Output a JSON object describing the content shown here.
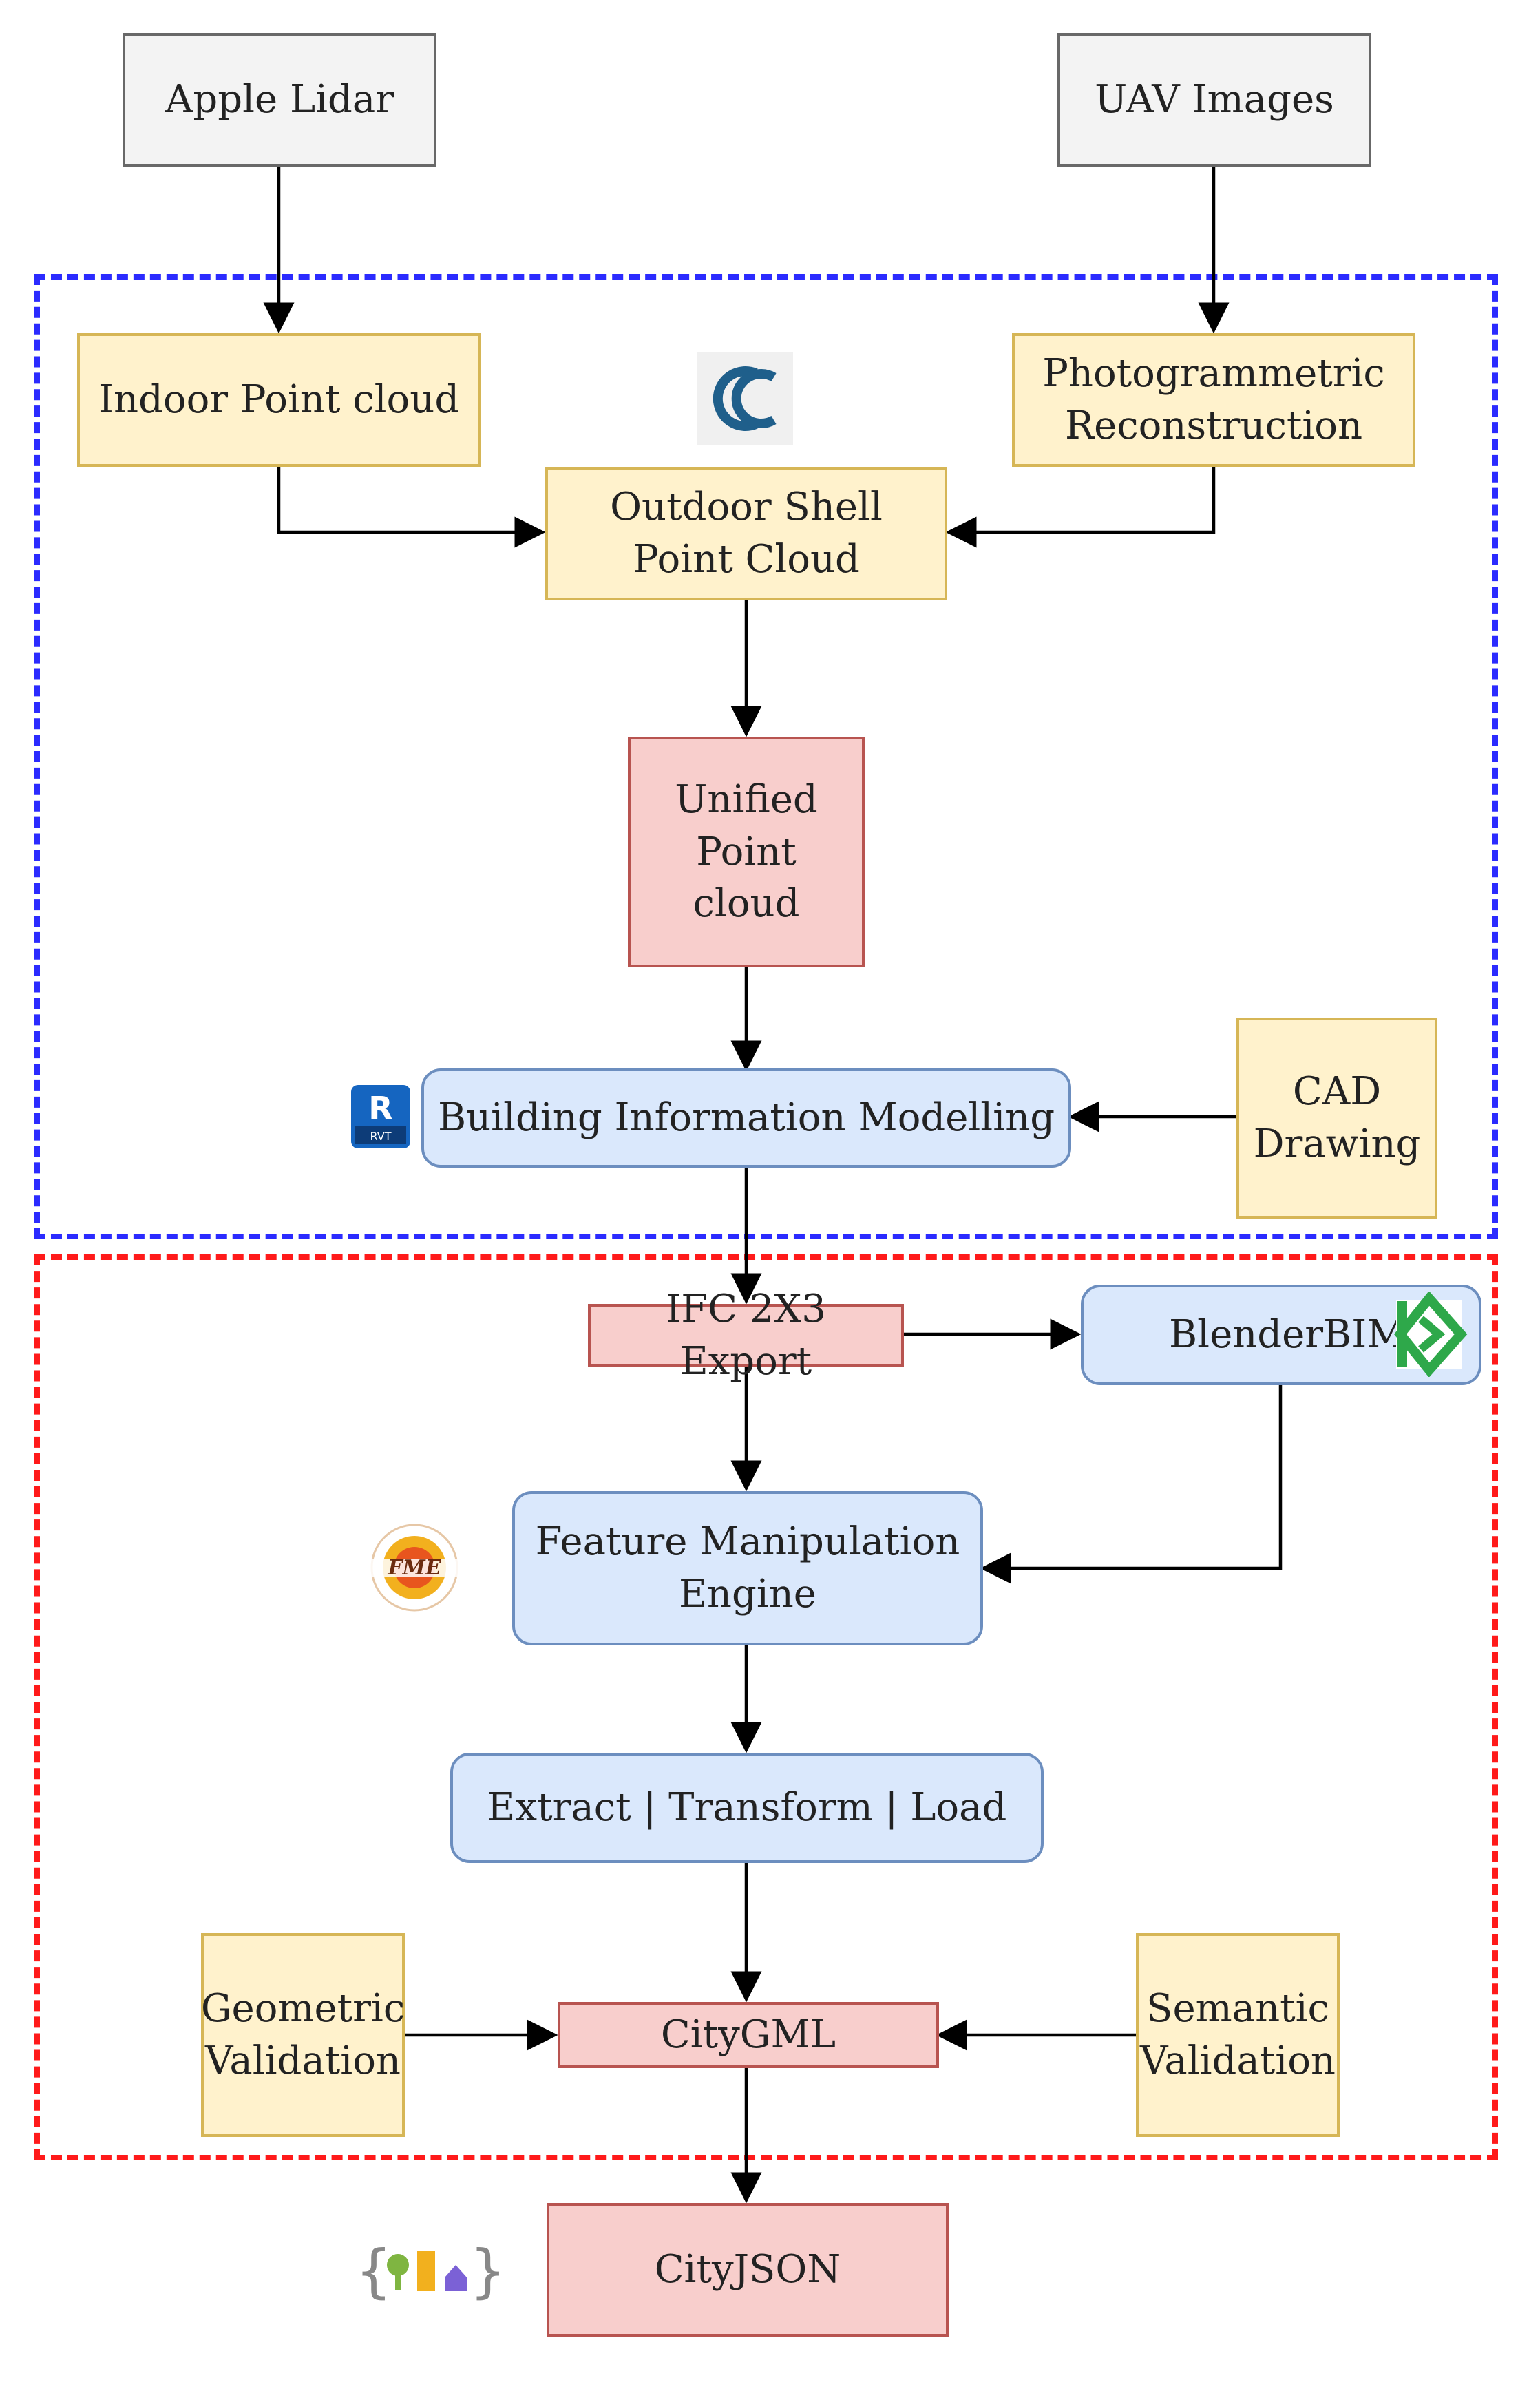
{
  "nodes": {
    "apple_lidar": "Apple Lidar",
    "uav_images": "UAV Images",
    "indoor_point_cloud": "Indoor Point cloud",
    "photogrammetric_reconstruction": "Photogrammetric Reconstruction",
    "outdoor_shell_point_cloud": "Outdoor Shell Point Cloud",
    "unified_point_cloud": "Unified Point cloud",
    "building_information_modelling": "Building Information Modelling",
    "cad_drawing": "CAD Drawing",
    "ifc_export": "IFC 2X3 Export",
    "blenderbim": "BlenderBIM",
    "feature_manipulation_engine": "Feature Manipulation Engine",
    "etl": "Extract | Transform | Load",
    "geometric_validation": "Geometric Validation",
    "citygml": "CityGML",
    "semantic_validation": "Semantic Validation",
    "cityjson": "CityJSON"
  },
  "logos": {
    "cloudcompare": "CloudCompare logo",
    "revit": "R",
    "revit_sub": "RVT",
    "fme": "FME",
    "blenderbim": "BlenderBIM logo",
    "cityjson": "CityJSON logo"
  },
  "colors": {
    "input_fill": "#f3f3f3",
    "process_fill": "#fff2cc",
    "output_fill": "#f8cecc",
    "software_fill": "#dae8fc",
    "region_scan_to_bim": "#2b2bff",
    "region_bim_to_city": "#ff1a1a",
    "arrow": "#000000"
  }
}
